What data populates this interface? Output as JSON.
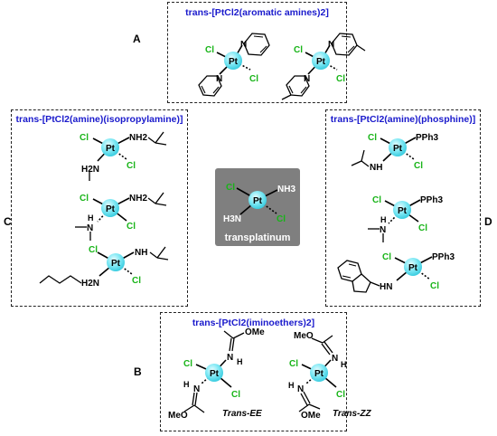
{
  "labels": {
    "A": "A",
    "B": "B",
    "C": "C",
    "D": "D"
  },
  "boxes": {
    "top_title": "trans-[PtCl2(aromatic amines)2]",
    "left_title": "trans-[PtCl2(amine)(isopropylamine)]",
    "right_title": "trans-[PtCl2(amine)(phosphine)]",
    "bottom_title": "trans-[PtCl2(iminoethers)2]"
  },
  "center": {
    "caption": "transplatinum"
  },
  "atoms": {
    "pt": "Pt",
    "cl": "Cl",
    "n": "N",
    "nh3": "NH3",
    "h3n": "H3N",
    "nh2": "NH2",
    "h2n": "H2N",
    "nh": "NH",
    "hn": "HN",
    "h": "H",
    "pph3": "PPh3",
    "ome": "OMe",
    "meo": "MeO"
  },
  "isomers": {
    "ee": "Trans-EE",
    "zz": "Trans-ZZ"
  },
  "colors": {
    "pt_fill": "#7fe8f4",
    "cl_text": "#18b418",
    "title_text": "#1a1acc",
    "center_bg": "#7f7f7f"
  }
}
